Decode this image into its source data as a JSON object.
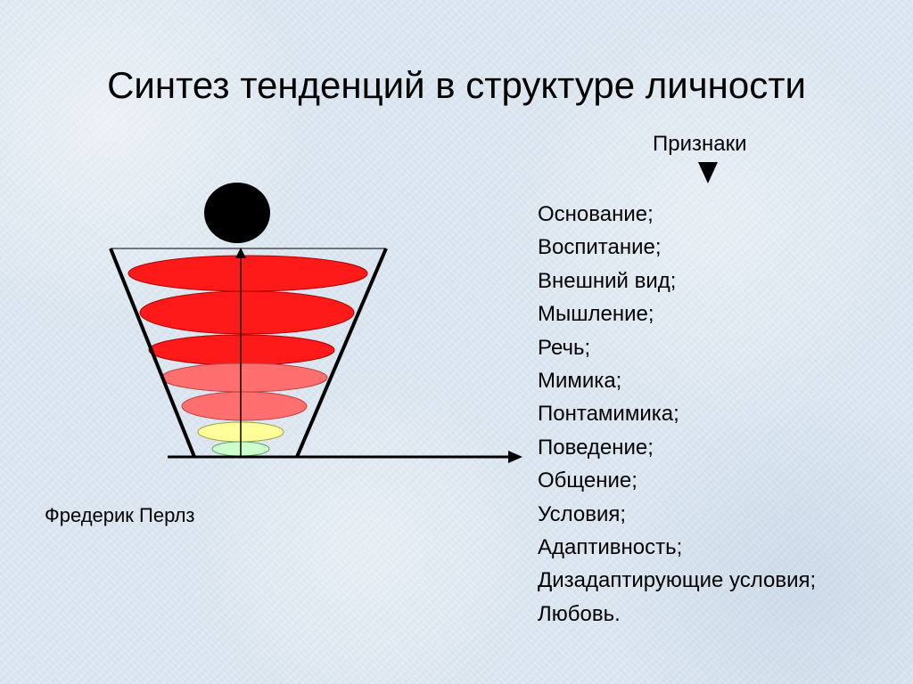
{
  "title": "Синтез тенденций в структуре личности",
  "features_header": "Признаки",
  "author": "Фредерик Перлз",
  "features": [
    "Основание;",
    "Воспитание;",
    "Внешний вид;",
    "Мышление;",
    "Речь;",
    "Мимика;",
    "Понтамимика;",
    "Поведение;",
    "Общение;",
    "Условия;",
    "Адаптивность;",
    "Дизадаптирующие условия;",
    "Любовь."
  ],
  "layers": [
    {
      "color": "#ff1a1a"
    },
    {
      "color": "#ff1a1a"
    },
    {
      "color": "#ff1a1a"
    },
    {
      "color": "#ff6f6f"
    },
    {
      "color": "#ff6f6f"
    },
    {
      "color": "#ffff99"
    },
    {
      "color": "#ccffcc"
    }
  ],
  "colors": {
    "head": "#000000",
    "lines": "#000000"
  }
}
